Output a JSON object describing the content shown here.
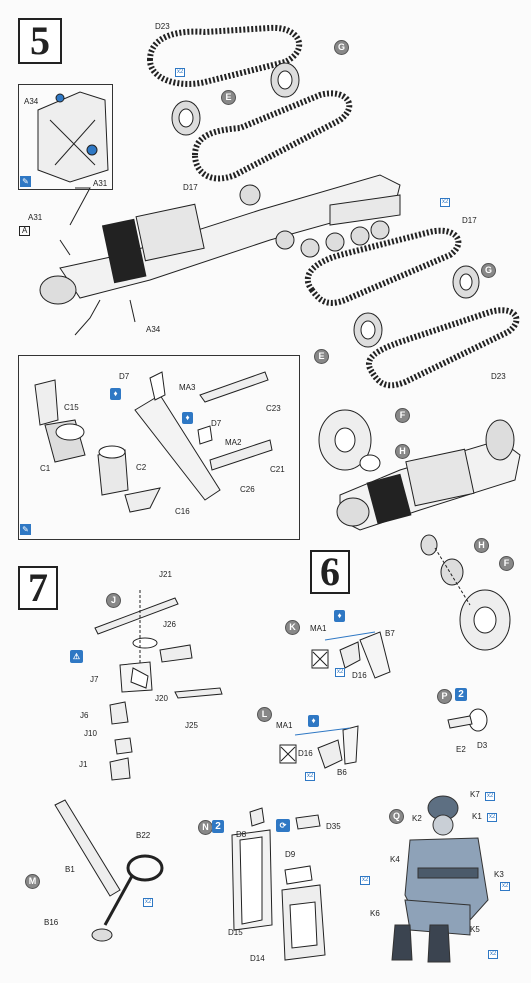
{
  "steps": {
    "s5": "5",
    "s6": "6",
    "s7": "7"
  },
  "callouts": {
    "E": "E",
    "F": "F",
    "G": "G",
    "H": "H",
    "J": "J",
    "K": "K",
    "L": "L",
    "M": "M",
    "N": "N",
    "P": "P",
    "Q": "Q"
  },
  "labels": {
    "D23_top": "D23",
    "D23_bottom": "D23",
    "D17_left": "D17",
    "D17_right": "D17",
    "A34_top": "A34",
    "A31_top": "A31",
    "A31_left": "A31",
    "A_tag": "A",
    "A34_bottom": "A34",
    "D7_a": "D7",
    "MA3": "MA3",
    "C15": "C15",
    "C23": "C23",
    "D7_b": "D7",
    "MA2": "MA2",
    "C1": "C1",
    "C2": "C2",
    "C21": "C21",
    "C26": "C26",
    "C16": "C16",
    "J21": "J21",
    "J26": "J26",
    "J7": "J7",
    "J20": "J20",
    "J25": "J25",
    "J6": "J6",
    "J10": "J10",
    "J1": "J1",
    "MA1_k": "MA1",
    "B7": "B7",
    "D16_k": "D16",
    "MA1_l": "MA1",
    "D16_l": "D16",
    "B6": "B6",
    "E2": "E2",
    "D3": "D3",
    "B22": "B22",
    "B1": "B1",
    "B16": "B16",
    "D8": "D8",
    "D35": "D35",
    "D9": "D9",
    "D15": "D15",
    "D14": "D14",
    "K7": "K7",
    "K2": "K2",
    "K1": "K1",
    "K4": "K4",
    "K3": "K3",
    "K6": "K6",
    "K5": "K5"
  },
  "multipliers": {
    "x2": "2"
  },
  "qty_badges": {
    "t1": "x2",
    "t2": "x2",
    "t3": "x2",
    "t4": "x2",
    "t5": "x2",
    "t6": "x2",
    "t7": "x2",
    "t8": "x2",
    "t9": "x2",
    "t10": "x2"
  },
  "colors": {
    "accent": "#2f78c4",
    "ink": "#222222",
    "part_fill": "#e9e9e9",
    "figure": "#8ea2b8"
  }
}
